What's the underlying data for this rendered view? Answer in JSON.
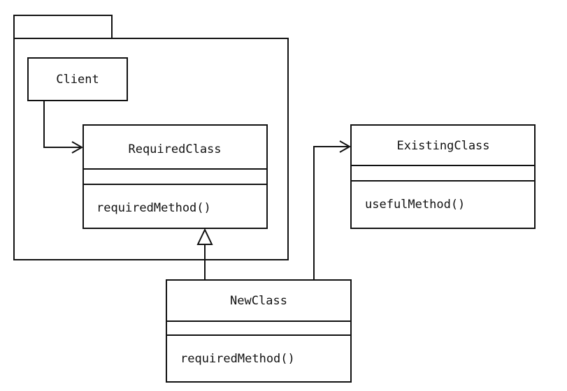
{
  "client": {
    "name": "Client"
  },
  "required_class": {
    "name": "RequiredClass",
    "attributes": [],
    "methods": [
      "requiredMethod()"
    ]
  },
  "existing_class": {
    "name": "ExistingClass",
    "attributes": [],
    "methods": [
      "usefulMethod()"
    ]
  },
  "new_class": {
    "name": "NewClass",
    "attributes": [],
    "methods": [
      "requiredMethod()"
    ]
  }
}
